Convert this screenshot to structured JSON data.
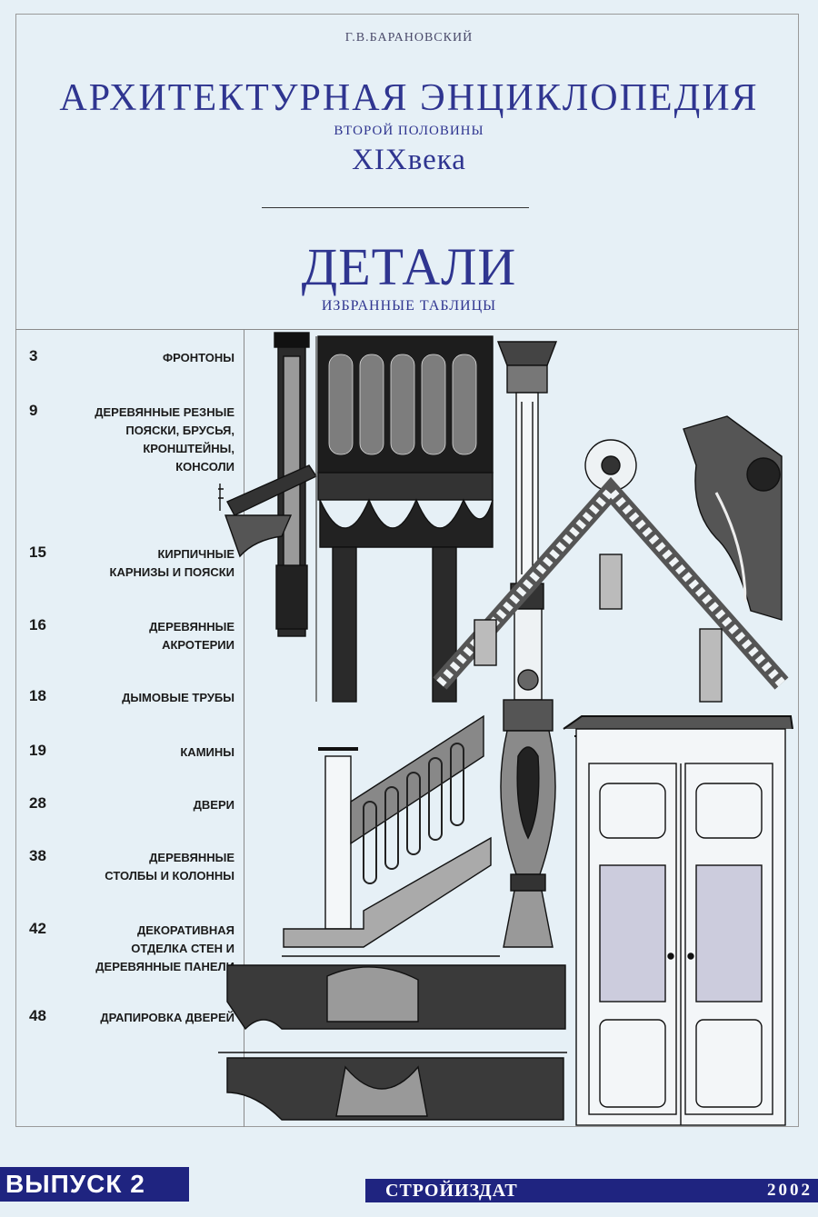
{
  "cover": {
    "author": "Г.В.БАРАНОВСКИЙ",
    "title_main": "АРХИТЕКТУРНАЯ ЭНЦИКЛОПЕДИЯ",
    "title_sub": "ВТОРОЙ ПОЛОВИНЫ",
    "title_century": "XIXвека",
    "section_title": "ДЕТАЛИ",
    "section_subtitle": "ИЗБРАННЫЕ ТАБЛИЦЫ"
  },
  "toc": [
    {
      "page": "3",
      "title": "ФРОНТОНЫ"
    },
    {
      "page": "9",
      "title": "ДЕРЕВЯННЫЕ РЕЗНЫЕ\nПОЯСКИ, БРУСЬЯ,\nКРОНШТЕЙНЫ,\nКОНСОЛИ"
    },
    {
      "page": "15",
      "title": "КИРПИЧНЫЕ\nКАРНИЗЫ И ПОЯСКИ"
    },
    {
      "page": "16",
      "title": "ДЕРЕВЯННЫЕ\nАКРОТЕРИИ"
    },
    {
      "page": "18",
      "title": "ДЫМОВЫЕ ТРУБЫ"
    },
    {
      "page": "19",
      "title": "КАМИНЫ"
    },
    {
      "page": "28",
      "title": "ДВЕРИ"
    },
    {
      "page": "38",
      "title": "ДЕРЕВЯННЫЕ\nСТОЛБЫ И КОЛОННЫ"
    },
    {
      "page": "42",
      "title": "ДЕКОРАТИВНАЯ\nОТДЕЛКА СТЕН И\nДЕРЕВЯННЫЕ ПАНЕЛИ"
    },
    {
      "page": "48",
      "title": "ДРАПИРОВКА ДВЕРЕЙ"
    }
  ],
  "footer": {
    "issue_label": "ВЫПУСК 2",
    "publisher": "СТРОЙИЗДАТ",
    "year": "2002"
  },
  "colors": {
    "title_blue": "#2f3590",
    "band_blue": "#1f2480",
    "background": "#e6f0f6"
  }
}
